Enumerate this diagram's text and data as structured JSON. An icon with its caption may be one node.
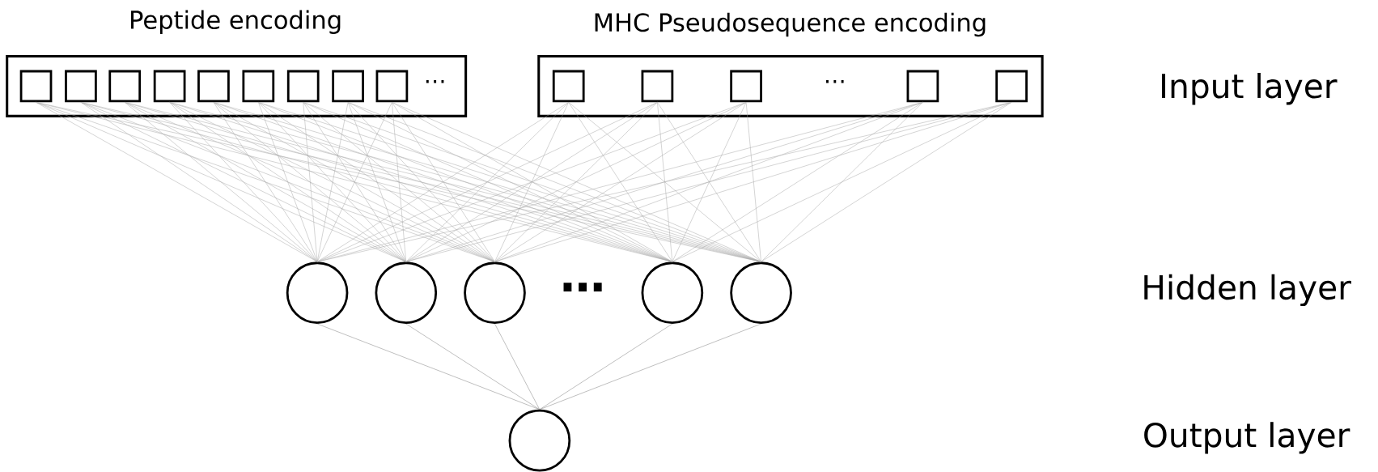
{
  "diagram": {
    "nodes": [
      {
        "text": [
          "Peptide encoding"
        ]
      },
      {
        "text": [],
        "shape": "box",
        "in": 0
      },
      {
        "text": [],
        "shape": "box",
        "in": 0
      },
      {
        "text": [],
        "shape": "box",
        "in": 0
      },
      {
        "text": [],
        "shape": "box",
        "in": 0
      },
      {
        "text": [],
        "shape": "box",
        "in": 0
      },
      {
        "text": [],
        "shape": "box",
        "in": 0
      },
      {
        "text": [],
        "shape": "box",
        "in": 0
      },
      {
        "text": [],
        "shape": "box",
        "in": 0
      },
      {
        "text": [],
        "shape": "box",
        "in": 0
      },
      {
        "text": [
          "MHC Pseudosequence encoding"
        ]
      },
      {
        "text": [],
        "shape": "box",
        "in": 10
      },
      {
        "text": [],
        "shape": "box",
        "in": 10
      },
      {
        "text": [],
        "shape": "box",
        "in": 10
      },
      {
        "text": [],
        "shape": "box",
        "in": 10
      },
      {
        "text": [],
        "shape": "box",
        "in": 10
      },
      {
        "text": [],
        "shape": "circle"
      },
      {
        "text": [],
        "shape": "circle"
      },
      {
        "text": [],
        "shape": "circle"
      },
      {
        "text": [],
        "shape": "circle"
      },
      {
        "text": [],
        "shape": "circle"
      },
      {
        "text": [],
        "shape": "circle"
      }
    ],
    "edges": [
      {
        "from": 1,
        "to": 16,
        "arrow": "none"
      },
      {
        "from": 1,
        "to": 17,
        "arrow": "none"
      },
      {
        "from": 1,
        "to": 18,
        "arrow": "none"
      },
      {
        "from": 1,
        "to": 19,
        "arrow": "none"
      },
      {
        "from": 1,
        "to": 20,
        "arrow": "none"
      },
      {
        "from": 2,
        "to": 16,
        "arrow": "none"
      },
      {
        "from": 2,
        "to": 17,
        "arrow": "none"
      },
      {
        "from": 2,
        "to": 18,
        "arrow": "none"
      },
      {
        "from": 2,
        "to": 19,
        "arrow": "none"
      },
      {
        "from": 2,
        "to": 20,
        "arrow": "none"
      },
      {
        "from": 3,
        "to": 16,
        "arrow": "none"
      },
      {
        "from": 3,
        "to": 17,
        "arrow": "none"
      },
      {
        "from": 3,
        "to": 18,
        "arrow": "none"
      },
      {
        "from": 3,
        "to": 19,
        "arrow": "none"
      },
      {
        "from": 3,
        "to": 20,
        "arrow": "none"
      },
      {
        "from": 4,
        "to": 16,
        "arrow": "none"
      },
      {
        "from": 4,
        "to": 17,
        "arrow": "none"
      },
      {
        "from": 4,
        "to": 18,
        "arrow": "none"
      },
      {
        "from": 4,
        "to": 19,
        "arrow": "none"
      },
      {
        "from": 4,
        "to": 20,
        "arrow": "none"
      },
      {
        "from": 5,
        "to": 16,
        "arrow": "none"
      },
      {
        "from": 5,
        "to": 17,
        "arrow": "none"
      },
      {
        "from": 5,
        "to": 18,
        "arrow": "none"
      },
      {
        "from": 5,
        "to": 19,
        "arrow": "none"
      },
      {
        "from": 5,
        "to": 20,
        "arrow": "none"
      },
      {
        "from": 6,
        "to": 16,
        "arrow": "none"
      },
      {
        "from": 6,
        "to": 17,
        "arrow": "none"
      },
      {
        "from": 6,
        "to": 18,
        "arrow": "none"
      },
      {
        "from": 6,
        "to": 19,
        "arrow": "none"
      },
      {
        "from": 6,
        "to": 20,
        "arrow": "none"
      },
      {
        "from": 7,
        "to": 16,
        "arrow": "none"
      },
      {
        "from": 7,
        "to": 17,
        "arrow": "none"
      },
      {
        "from": 7,
        "to": 18,
        "arrow": "none"
      },
      {
        "from": 7,
        "to": 19,
        "arrow": "none"
      },
      {
        "from": 7,
        "to": 20,
        "arrow": "none"
      },
      {
        "from": 8,
        "to": 16,
        "arrow": "none"
      },
      {
        "from": 8,
        "to": 17,
        "arrow": "none"
      },
      {
        "from": 8,
        "to": 18,
        "arrow": "none"
      },
      {
        "from": 8,
        "to": 19,
        "arrow": "none"
      },
      {
        "from": 8,
        "to": 20,
        "arrow": "none"
      },
      {
        "from": 9,
        "to": 16,
        "arrow": "none"
      },
      {
        "from": 9,
        "to": 17,
        "arrow": "none"
      },
      {
        "from": 9,
        "to": 18,
        "arrow": "none"
      },
      {
        "from": 9,
        "to": 19,
        "arrow": "none"
      },
      {
        "from": 9,
        "to": 20,
        "arrow": "none"
      },
      {
        "from": 11,
        "to": 16,
        "arrow": "none"
      },
      {
        "from": 11,
        "to": 17,
        "arrow": "none"
      },
      {
        "from": 11,
        "to": 18,
        "arrow": "none"
      },
      {
        "from": 11,
        "to": 19,
        "arrow": "none"
      },
      {
        "from": 11,
        "to": 20,
        "arrow": "none"
      },
      {
        "from": 12,
        "to": 16,
        "arrow": "none"
      },
      {
        "from": 12,
        "to": 17,
        "arrow": "none"
      },
      {
        "from": 12,
        "to": 18,
        "arrow": "none"
      },
      {
        "from": 12,
        "to": 19,
        "arrow": "none"
      },
      {
        "from": 12,
        "to": 20,
        "arrow": "none"
      },
      {
        "from": 13,
        "to": 16,
        "arrow": "none"
      },
      {
        "from": 13,
        "to": 17,
        "arrow": "none"
      },
      {
        "from": 13,
        "to": 18,
        "arrow": "none"
      },
      {
        "from": 13,
        "to": 19,
        "arrow": "none"
      },
      {
        "from": 13,
        "to": 20,
        "arrow": "none"
      },
      {
        "from": 14,
        "to": 16,
        "arrow": "none"
      },
      {
        "from": 14,
        "to": 17,
        "arrow": "none"
      },
      {
        "from": 14,
        "to": 18,
        "arrow": "none"
      },
      {
        "from": 14,
        "to": 19,
        "arrow": "none"
      },
      {
        "from": 14,
        "to": 20,
        "arrow": "none"
      },
      {
        "from": 15,
        "to": 16,
        "arrow": "none"
      },
      {
        "from": 15,
        "to": 17,
        "arrow": "none"
      },
      {
        "from": 15,
        "to": 18,
        "arrow": "none"
      },
      {
        "from": 15,
        "to": 19,
        "arrow": "none"
      },
      {
        "from": 15,
        "to": 20,
        "arrow": "none"
      },
      {
        "from": 16,
        "to": 21,
        "arrow": "none",
        "color": "#808080"
      },
      {
        "from": 17,
        "to": 21,
        "arrow": "none",
        "color": "#808080"
      },
      {
        "from": 18,
        "to": 21,
        "arrow": "none",
        "color": "#808080"
      },
      {
        "from": 19,
        "to": 21,
        "arrow": "none",
        "color": "#808080"
      },
      {
        "from": 20,
        "to": 21,
        "arrow": "none",
        "color": "#808080"
      }
    ],
    "labels": [
      "⋯",
      "⋯",
      "Input layer",
      "⋯",
      "Hidden layer",
      "Output layer"
    ]
  }
}
